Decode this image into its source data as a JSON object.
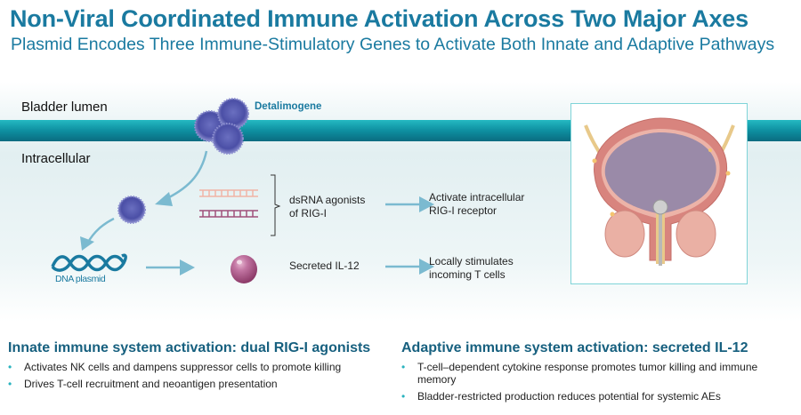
{
  "header": {
    "title": "Non-Viral Coordinated Immune Activation Across Two Major Axes",
    "subtitle": "Plasmid Encodes Three Immune-Stimulatory Genes to Activate Both Innate and Adaptive Pathways"
  },
  "diagram": {
    "regions": {
      "lumen": "Bladder lumen",
      "intracellular": "Intracellular"
    },
    "drug_name": "Detalimogene",
    "dna_label": "DNA plasmid",
    "dsrna_label": "dsRNA agonists\nof RIG-I",
    "dsrna_effect": "Activate intracellular\nRIG-I receptor",
    "il12_label": "Secreted IL-12",
    "il12_effect": "Locally stimulates\nincoming T cells",
    "colors": {
      "accent": "#1a7aa0",
      "membrane": "#0e8fa0",
      "arrow": "#7bbad0",
      "nanoparticle": "#4b4fa6",
      "dsrna_strand_1": "#f0b4a6",
      "dsrna_strand_2": "#a0507a",
      "il12": "#b05a8c"
    }
  },
  "sections": {
    "innate": {
      "heading": "Innate immune system activation: dual RIG-I agonists",
      "bullets": [
        "Activates NK cells and dampens suppressor cells to promote killing",
        "Drives T-cell recruitment and neoantigen presentation"
      ]
    },
    "adaptive": {
      "heading": "Adaptive immune system activation: secreted IL-12",
      "bullets": [
        "T-cell–dependent cytokine response promotes tumor killing and immune memory",
        "Bladder-restricted production reduces potential for systemic AEs"
      ]
    }
  }
}
